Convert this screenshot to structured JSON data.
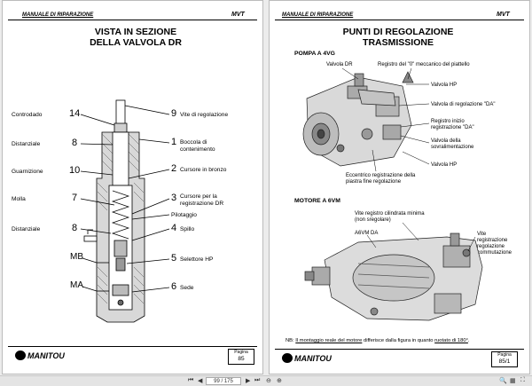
{
  "left": {
    "header_title": "MANUALE DI RIPARAZIONE",
    "header_code": "MVT",
    "title_line1": "VISTA IN SEZIONE",
    "title_line2": "DELLA VALVOLA DR",
    "left_labels": [
      {
        "text": "Controdado",
        "num": "14"
      },
      {
        "text": "Distanziale",
        "num": "8"
      },
      {
        "text": "Guarnizione",
        "num": "10"
      },
      {
        "text": "Molla",
        "num": "7"
      },
      {
        "text": "Distanziale",
        "num": "8"
      }
    ],
    "right_labels": [
      {
        "num": "9",
        "text": "Vite di regolazione"
      },
      {
        "num": "1",
        "text": "Boccola di\ncontenimento"
      },
      {
        "num": "2",
        "text": "Cursore in bronzo"
      },
      {
        "num": "3",
        "text": "Cursore per la\nregistrazione DR"
      },
      {
        "extra": "Pilotaggio"
      },
      {
        "num": "4",
        "text": "Spillo"
      },
      {
        "num": "5",
        "text": "Selettore HP"
      },
      {
        "num": "6",
        "text": "Sede"
      }
    ],
    "port_mb": "MB",
    "port_ma": "MA",
    "logo": "MANITOU",
    "page_label": "Pagina",
    "page_number": "85"
  },
  "right": {
    "header_title": "MANUALE DI RIPARAZIONE",
    "header_code": "MVT",
    "title_line1": "PUNTI DI REGOLAZIONE",
    "title_line2": "TRASMISSIONE",
    "pump_section": "POMPA A 4VG",
    "pump_labels": [
      "Valvola DR",
      "Registro del \"0\" meccanico del piattello",
      "Valvola HP",
      "Valvola di regolazione \"DA\"",
      "Registro inizio\nregistrazione \"DA\"",
      "Valvola della\nsovralimentazione",
      "Valvola HP",
      "Eccentrico registrazione della\npiastra fine regolazione"
    ],
    "motor_section": "MOTORE A 6VM",
    "motor_labels": [
      "Vite registro cilindrata minima\n(non sregolare)",
      "A6VM DA",
      "Vite\nregistrazione\nregolazione\ncommutazione"
    ],
    "note_prefix": "NB: ",
    "note_u1": "Il montaggio reale del motore",
    "note_mid": " differisce dalla figura in quanto ",
    "note_u2": "ruotato di 180°",
    "note_end": ".",
    "logo": "MANITOU",
    "page_label": "Pagina",
    "page_number": "85/1"
  },
  "toolbar": {
    "page_field": "99 / 175",
    "first_icon": "first-page-icon",
    "prev_icon": "prev-page-icon",
    "next_icon": "next-page-icon",
    "last_icon": "last-page-icon"
  }
}
